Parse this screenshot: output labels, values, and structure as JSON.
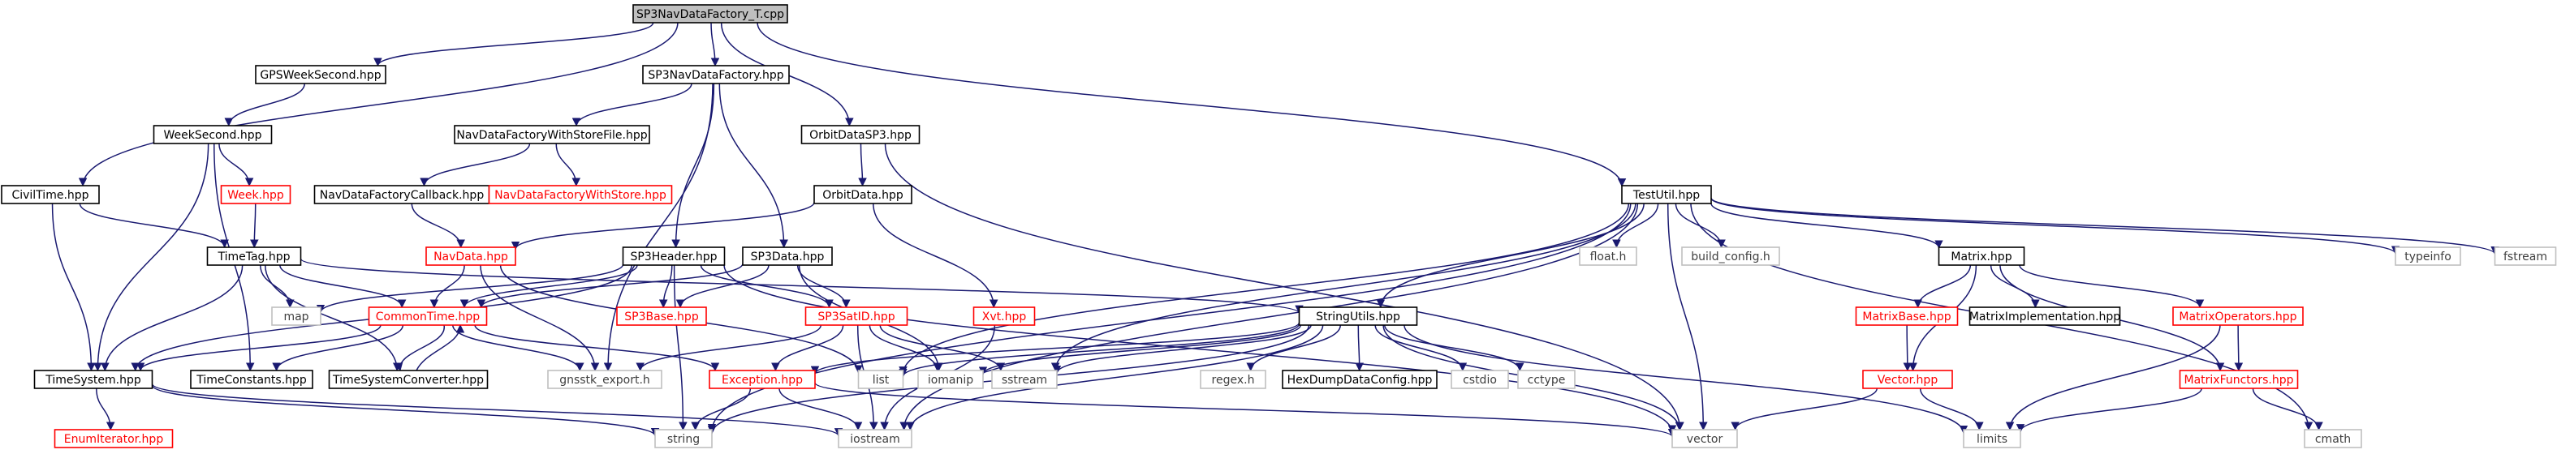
{
  "colors": {
    "edge": "#191970",
    "background": "#ffffff",
    "root_fill": "#bfbfbf",
    "node_fill": "#ffffff",
    "border_normal": "#000000",
    "border_red": "#ff0000",
    "border_gray": "#bfbfbf",
    "text_normal": "#000000",
    "text_red": "#ff0000",
    "text_gray": "#404040"
  },
  "nodes": [
    {
      "id": "root",
      "label": "SP3NavDataFactory_T.cpp",
      "style": "root"
    },
    {
      "id": "gpsweeksecond",
      "label": "GPSWeekSecond.hpp",
      "style": "normal"
    },
    {
      "id": "sp3navdatafactory",
      "label": "SP3NavDataFactory.hpp",
      "style": "normal"
    },
    {
      "id": "orbitdatasp3",
      "label": "OrbitDataSP3.hpp",
      "style": "normal"
    },
    {
      "id": "weeksecond",
      "label": "WeekSecond.hpp",
      "style": "normal"
    },
    {
      "id": "navdatafactorywithstorefile",
      "label": "NavDataFactoryWithStoreFile.hpp",
      "style": "normal"
    },
    {
      "id": "week",
      "label": "Week.hpp",
      "style": "red"
    },
    {
      "id": "civiltime",
      "label": "CivilTime.hpp",
      "style": "normal"
    },
    {
      "id": "navdatafactorycallback",
      "label": "NavDataFactoryCallback.hpp",
      "style": "normal"
    },
    {
      "id": "navdatafactorywithstore",
      "label": "NavDataFactoryWithStore.hpp",
      "style": "red"
    },
    {
      "id": "orbitdata",
      "label": "OrbitData.hpp",
      "style": "normal"
    },
    {
      "id": "testutil",
      "label": "TestUtil.hpp",
      "style": "normal"
    },
    {
      "id": "timetag",
      "label": "TimeTag.hpp",
      "style": "normal"
    },
    {
      "id": "navdata",
      "label": "NavData.hpp",
      "style": "red"
    },
    {
      "id": "sp3header",
      "label": "SP3Header.hpp",
      "style": "normal"
    },
    {
      "id": "sp3data",
      "label": "SP3Data.hpp",
      "style": "normal"
    },
    {
      "id": "floath",
      "label": "float.h",
      "style": "gray"
    },
    {
      "id": "buildconfig",
      "label": "build_config.h",
      "style": "gray"
    },
    {
      "id": "matrix",
      "label": "Matrix.hpp",
      "style": "normal"
    },
    {
      "id": "typeinfo",
      "label": "typeinfo",
      "style": "gray"
    },
    {
      "id": "fstream",
      "label": "fstream",
      "style": "gray"
    },
    {
      "id": "map",
      "label": "map",
      "style": "gray"
    },
    {
      "id": "commontime",
      "label": "CommonTime.hpp",
      "style": "red"
    },
    {
      "id": "sp3base",
      "label": "SP3Base.hpp",
      "style": "red"
    },
    {
      "id": "sp3satid",
      "label": "SP3SatID.hpp",
      "style": "red"
    },
    {
      "id": "xvt",
      "label": "Xvt.hpp",
      "style": "red"
    },
    {
      "id": "stringutils",
      "label": "StringUtils.hpp",
      "style": "normal"
    },
    {
      "id": "matrixbase",
      "label": "MatrixBase.hpp",
      "style": "red"
    },
    {
      "id": "matriximpl",
      "label": "MatrixImplementation.hpp",
      "style": "normal"
    },
    {
      "id": "matrixoperators",
      "label": "MatrixOperators.hpp",
      "style": "red"
    },
    {
      "id": "timesystem",
      "label": "TimeSystem.hpp",
      "style": "normal"
    },
    {
      "id": "timeconstants",
      "label": "TimeConstants.hpp",
      "style": "normal"
    },
    {
      "id": "timesystemconverter",
      "label": "TimeSystemConverter.hpp",
      "style": "normal"
    },
    {
      "id": "gnsstkexport",
      "label": "gnsstk_export.h",
      "style": "gray"
    },
    {
      "id": "list",
      "label": "list",
      "style": "gray"
    },
    {
      "id": "exception",
      "label": "Exception.hpp",
      "style": "red"
    },
    {
      "id": "iomanip",
      "label": "iomanip",
      "style": "gray"
    },
    {
      "id": "sstream",
      "label": "sstream",
      "style": "gray"
    },
    {
      "id": "regexh",
      "label": "regex.h",
      "style": "gray"
    },
    {
      "id": "hexdump",
      "label": "HexDumpDataConfig.hpp",
      "style": "normal"
    },
    {
      "id": "cstdio",
      "label": "cstdio",
      "style": "gray"
    },
    {
      "id": "cctype",
      "label": "cctype",
      "style": "gray"
    },
    {
      "id": "vectorhpp",
      "label": "Vector.hpp",
      "style": "red"
    },
    {
      "id": "matrixfunctors",
      "label": "MatrixFunctors.hpp",
      "style": "red"
    },
    {
      "id": "enumiterator",
      "label": "EnumIterator.hpp",
      "style": "red"
    },
    {
      "id": "string",
      "label": "string",
      "style": "gray"
    },
    {
      "id": "iostream",
      "label": "iostream",
      "style": "gray"
    },
    {
      "id": "vector",
      "label": "vector",
      "style": "gray"
    },
    {
      "id": "limits",
      "label": "limits",
      "style": "gray"
    },
    {
      "id": "cmath",
      "label": "cmath",
      "style": "gray"
    }
  ],
  "edges": [
    [
      "root",
      "gpsweeksecond"
    ],
    [
      "root",
      "sp3navdatafactory"
    ],
    [
      "root",
      "orbitdatasp3"
    ],
    [
      "root",
      "civiltime"
    ],
    [
      "root",
      "testutil"
    ],
    [
      "gpsweeksecond",
      "weeksecond"
    ],
    [
      "weeksecond",
      "week"
    ],
    [
      "weeksecond",
      "timesystem"
    ],
    [
      "weeksecond",
      "timeconstants"
    ],
    [
      "week",
      "timetag"
    ],
    [
      "sp3navdatafactory",
      "navdatafactorywithstorefile"
    ],
    [
      "sp3navdatafactory",
      "sp3header"
    ],
    [
      "sp3navdatafactory",
      "sp3data"
    ],
    [
      "sp3navdatafactory",
      "gnsstkexport"
    ],
    [
      "navdatafactorywithstorefile",
      "navdatafactorycallback"
    ],
    [
      "navdatafactorywithstorefile",
      "navdatafactorywithstore"
    ],
    [
      "navdatafactorycallback",
      "navdata"
    ],
    [
      "orbitdatasp3",
      "orbitdata"
    ],
    [
      "orbitdatasp3",
      "vector"
    ],
    [
      "orbitdata",
      "navdata"
    ],
    [
      "orbitdata",
      "xvt"
    ],
    [
      "civiltime",
      "timetag"
    ],
    [
      "civiltime",
      "timesystem"
    ],
    [
      "timetag",
      "map"
    ],
    [
      "timetag",
      "commontime"
    ],
    [
      "timetag",
      "timesystem"
    ],
    [
      "timetag",
      "timesystemconverter"
    ],
    [
      "timetag",
      "stringutils"
    ],
    [
      "navdata",
      "commontime"
    ],
    [
      "navdata",
      "gnsstkexport"
    ],
    [
      "navdata",
      "list"
    ],
    [
      "sp3header",
      "map"
    ],
    [
      "sp3header",
      "commontime"
    ],
    [
      "sp3header",
      "timesystem"
    ],
    [
      "sp3header",
      "sp3base"
    ],
    [
      "sp3header",
      "sp3satid"
    ],
    [
      "sp3header",
      "string"
    ],
    [
      "sp3header",
      "vector"
    ],
    [
      "sp3data",
      "commontime"
    ],
    [
      "sp3data",
      "sp3base"
    ],
    [
      "sp3data",
      "sp3satid"
    ],
    [
      "sp3data",
      "iomanip"
    ],
    [
      "commontime",
      "timesystem"
    ],
    [
      "commontime",
      "timeconstants"
    ],
    [
      "commontime",
      "timesystemconverter"
    ],
    [
      "commontime",
      "gnsstkexport"
    ],
    [
      "commontime",
      "exception"
    ],
    [
      "timesystemconverter",
      "commontime"
    ],
    [
      "sp3satid",
      "gnsstkexport"
    ],
    [
      "sp3satid",
      "exception"
    ],
    [
      "sp3satid",
      "iomanip"
    ],
    [
      "sp3satid",
      "sstream"
    ],
    [
      "sp3satid",
      "iostream"
    ],
    [
      "xvt",
      "iostream"
    ],
    [
      "timesystem",
      "enumiterator"
    ],
    [
      "timesystem",
      "string"
    ],
    [
      "timesystem",
      "iostream"
    ],
    [
      "exception",
      "string"
    ],
    [
      "exception",
      "iostream"
    ],
    [
      "exception",
      "vector"
    ],
    [
      "stringutils",
      "exception"
    ],
    [
      "stringutils",
      "list"
    ],
    [
      "stringutils",
      "iomanip"
    ],
    [
      "stringutils",
      "sstream"
    ],
    [
      "stringutils",
      "regexh"
    ],
    [
      "stringutils",
      "hexdump"
    ],
    [
      "stringutils",
      "cstdio"
    ],
    [
      "stringutils",
      "cctype"
    ],
    [
      "stringutils",
      "string"
    ],
    [
      "stringutils",
      "iostream"
    ],
    [
      "stringutils",
      "vector"
    ],
    [
      "stringutils",
      "limits"
    ],
    [
      "testutil",
      "floath"
    ],
    [
      "testutil",
      "buildconfig"
    ],
    [
      "testutil",
      "matrix"
    ],
    [
      "testutil",
      "typeinfo"
    ],
    [
      "testutil",
      "fstream"
    ],
    [
      "testutil",
      "stringutils"
    ],
    [
      "testutil",
      "list"
    ],
    [
      "testutil",
      "sstream"
    ],
    [
      "testutil",
      "string"
    ],
    [
      "testutil",
      "iostream"
    ],
    [
      "testutil",
      "vector"
    ],
    [
      "testutil",
      "cmath"
    ],
    [
      "matrix",
      "matrixbase"
    ],
    [
      "matrix",
      "matriximpl"
    ],
    [
      "matrix",
      "matrixoperators"
    ],
    [
      "matrix",
      "vectorhpp"
    ],
    [
      "matrix",
      "matrixfunctors"
    ],
    [
      "matrixbase",
      "vectorhpp"
    ],
    [
      "matrixoperators",
      "matrixfunctors"
    ],
    [
      "matrixoperators",
      "limits"
    ],
    [
      "vectorhpp",
      "vector"
    ],
    [
      "vectorhpp",
      "limits"
    ],
    [
      "matrixfunctors",
      "limits"
    ],
    [
      "matrixfunctors",
      "cmath"
    ]
  ]
}
